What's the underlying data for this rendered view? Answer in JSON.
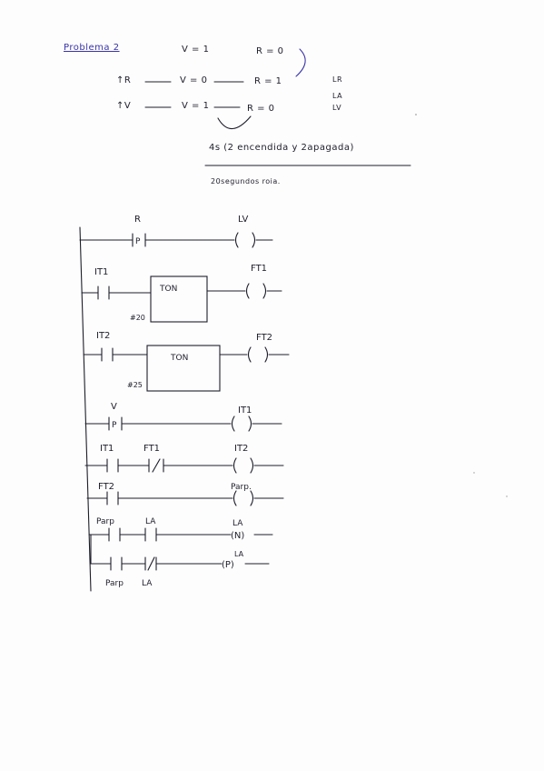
{
  "header": {
    "title": "Problema 2",
    "row1": {
      "v": "V = 1",
      "r": "R = 0"
    },
    "row2": {
      "input": "↑R",
      "v": "V = 0",
      "r": "R = 1",
      "out": "LR"
    },
    "row3": {
      "input": "↑V",
      "v": "V = 1",
      "r": "R = 0",
      "out1": "LA",
      "out2": "LV"
    },
    "note1": "4s (2 encendida y 2apagada)",
    "note2": "20segundos roia."
  },
  "rungs": [
    {
      "contacts": [
        {
          "label": "R",
          "sym": "-|P|-"
        }
      ],
      "coil": "LV"
    },
    {
      "contacts": [
        {
          "label": "IT1",
          "sym": "-| |-"
        }
      ],
      "timer": {
        "name": "TON",
        "preset": "#20"
      },
      "coil": "FT1"
    },
    {
      "contacts": [
        {
          "label": "IT2",
          "sym": "-| |-"
        }
      ],
      "timer": {
        "name": "TON",
        "preset": "#25"
      },
      "coil": "FT2"
    },
    {
      "contacts": [
        {
          "label": "V",
          "sym": "-|P|-"
        }
      ],
      "coil": "IT1"
    },
    {
      "contacts": [
        {
          "label": "IT1",
          "sym": "-| |-"
        },
        {
          "label": "FT1",
          "sym": "-|/|-"
        }
      ],
      "coil": "IT2"
    },
    {
      "contacts": [
        {
          "label": "FT2",
          "sym": "-| |-"
        }
      ],
      "coil": "Parp."
    },
    {
      "contacts": [
        {
          "label": "Parp",
          "sym": "-| |-"
        },
        {
          "label": "LA",
          "sym": "-| |-"
        }
      ],
      "coil": "LA",
      "coil_mod": "(N)"
    },
    {
      "contacts": [
        {
          "label": "Parp",
          "sym": "-| |-"
        },
        {
          "label": "LA",
          "sym": "-|/|-"
        }
      ],
      "coil": "LA",
      "coil_mod": "(P)"
    }
  ]
}
